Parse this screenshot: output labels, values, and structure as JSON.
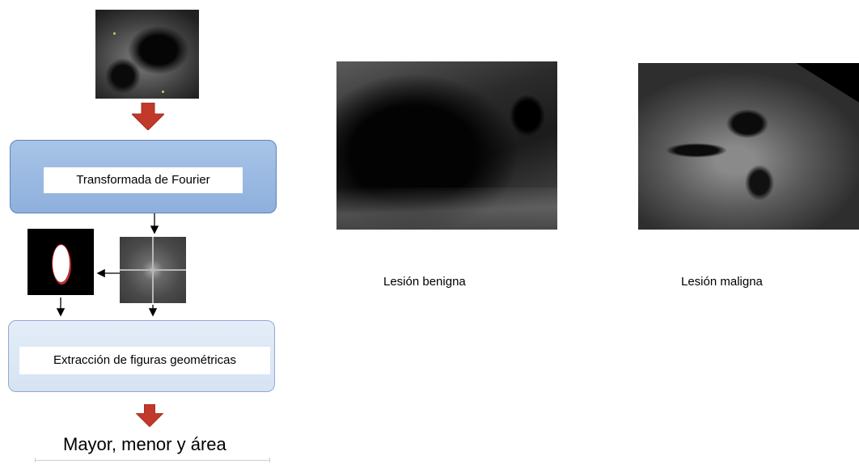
{
  "flow": {
    "step1_label": "Transformada de Fourier",
    "step2_label": "Extracción de figuras geométricas",
    "result_label": "Mayor, menor y área"
  },
  "captions": {
    "benign": "Lesión benigna",
    "malignant": "Lesión maligna"
  },
  "colors": {
    "fourier_box": "#9bbbe3",
    "extract_box": "#dde8f6",
    "fat_arrow": "#c0392b"
  }
}
